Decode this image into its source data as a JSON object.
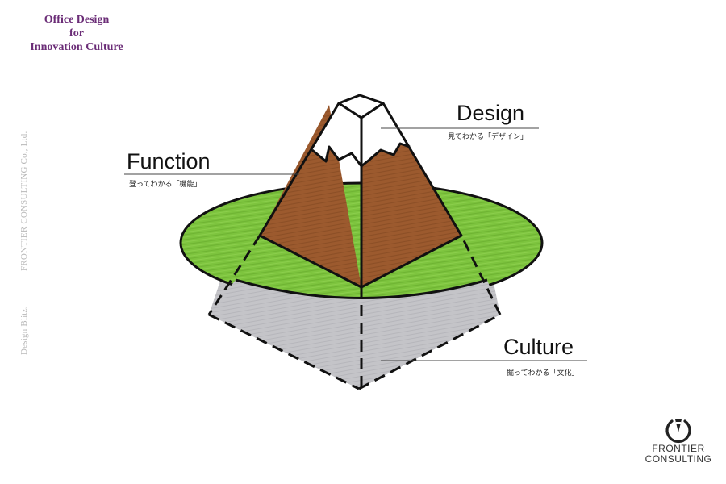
{
  "header": {
    "title_lines": [
      "Office Design",
      "for",
      "Innovation Culture"
    ]
  },
  "side": {
    "company": "FRONTIER CONSULTING Co., Ltd.",
    "blitz": "Design Blitz."
  },
  "diagram": {
    "labels": {
      "design": {
        "title": "Design",
        "subtitle": "見てわかる「デザイン」"
      },
      "function": {
        "title": "Function",
        "subtitle": "登ってわかる「機能」"
      },
      "culture": {
        "title": "Culture",
        "subtitle": "掘ってわかる「文化」"
      }
    },
    "colors": {
      "mountain": "#9c5a2e",
      "mountain_dark": "#8a4d25",
      "snow": "#ffffff",
      "ground": "#7dc43e",
      "underground": "#c4c4c8",
      "outline": "#111111"
    }
  },
  "logo": {
    "line1": "FRONTIER",
    "line2": "CONSULTING"
  }
}
